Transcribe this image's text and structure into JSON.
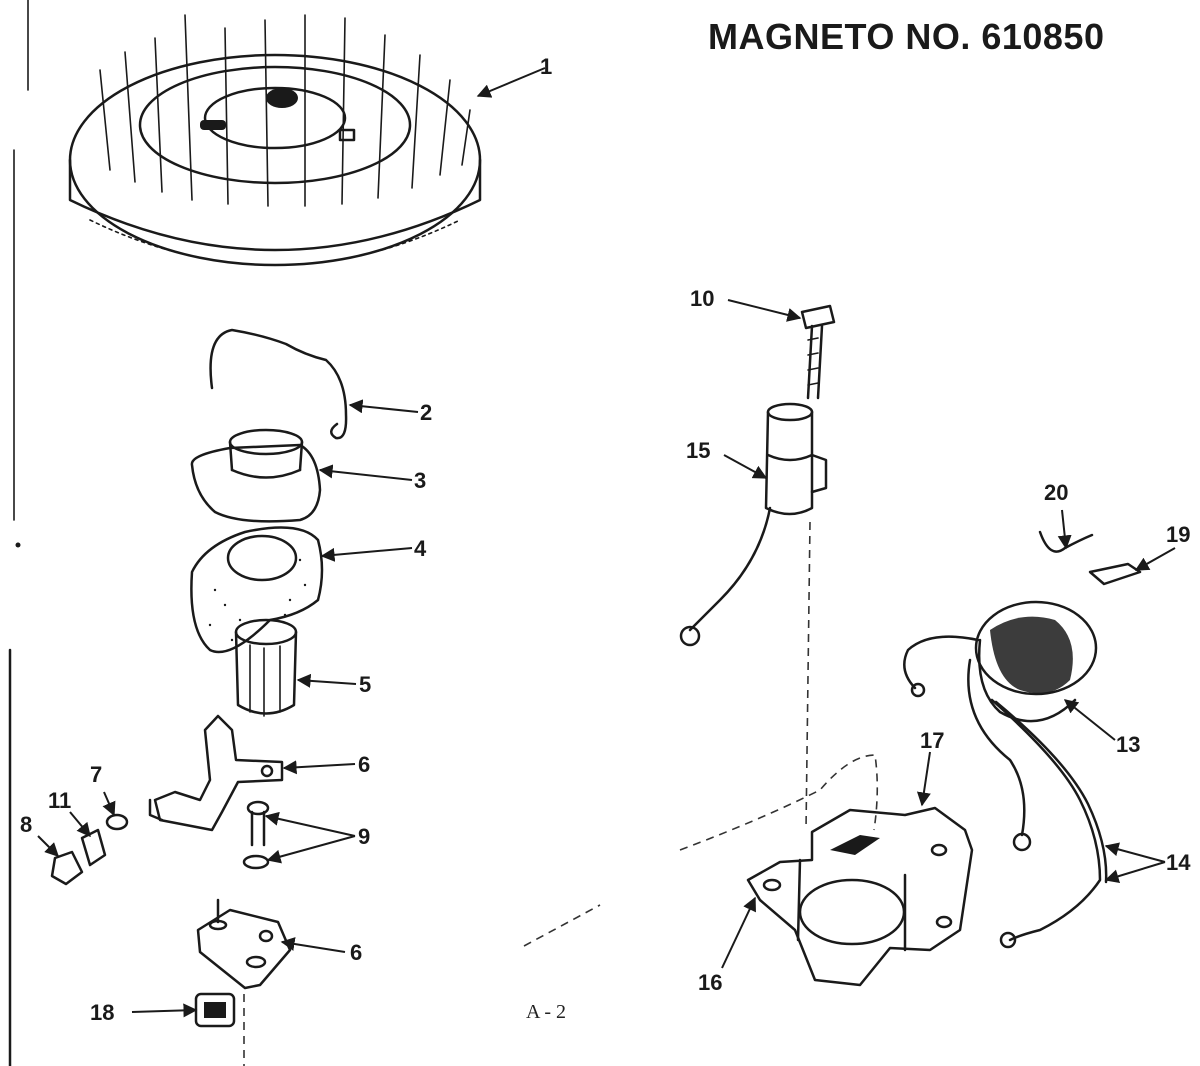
{
  "title": "MAGNETO NO. 610850",
  "footer_code": "A - 2",
  "callouts": {
    "c1": "1",
    "c2": "2",
    "c3": "3",
    "c4": "4",
    "c5": "5",
    "c6a": "6",
    "c6b": "6",
    "c7": "7",
    "c8": "8",
    "c9": "9",
    "c10": "10",
    "c11": "11",
    "c13": "13",
    "c14": "14",
    "c15": "15",
    "c16": "16",
    "c17": "17",
    "c18": "18",
    "c19": "19",
    "c20": "20"
  }
}
